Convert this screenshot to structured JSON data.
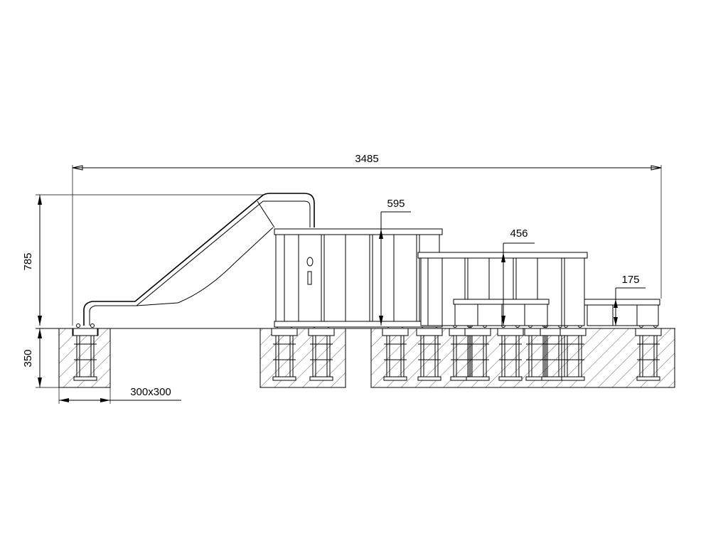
{
  "dimensions": {
    "total_length": "3485",
    "upper_platform_height": "595",
    "middle_platform_height": "456",
    "low_platform_height": "175",
    "overall_height": "785",
    "foundation_depth": "350",
    "foundation_size": "300x300"
  }
}
